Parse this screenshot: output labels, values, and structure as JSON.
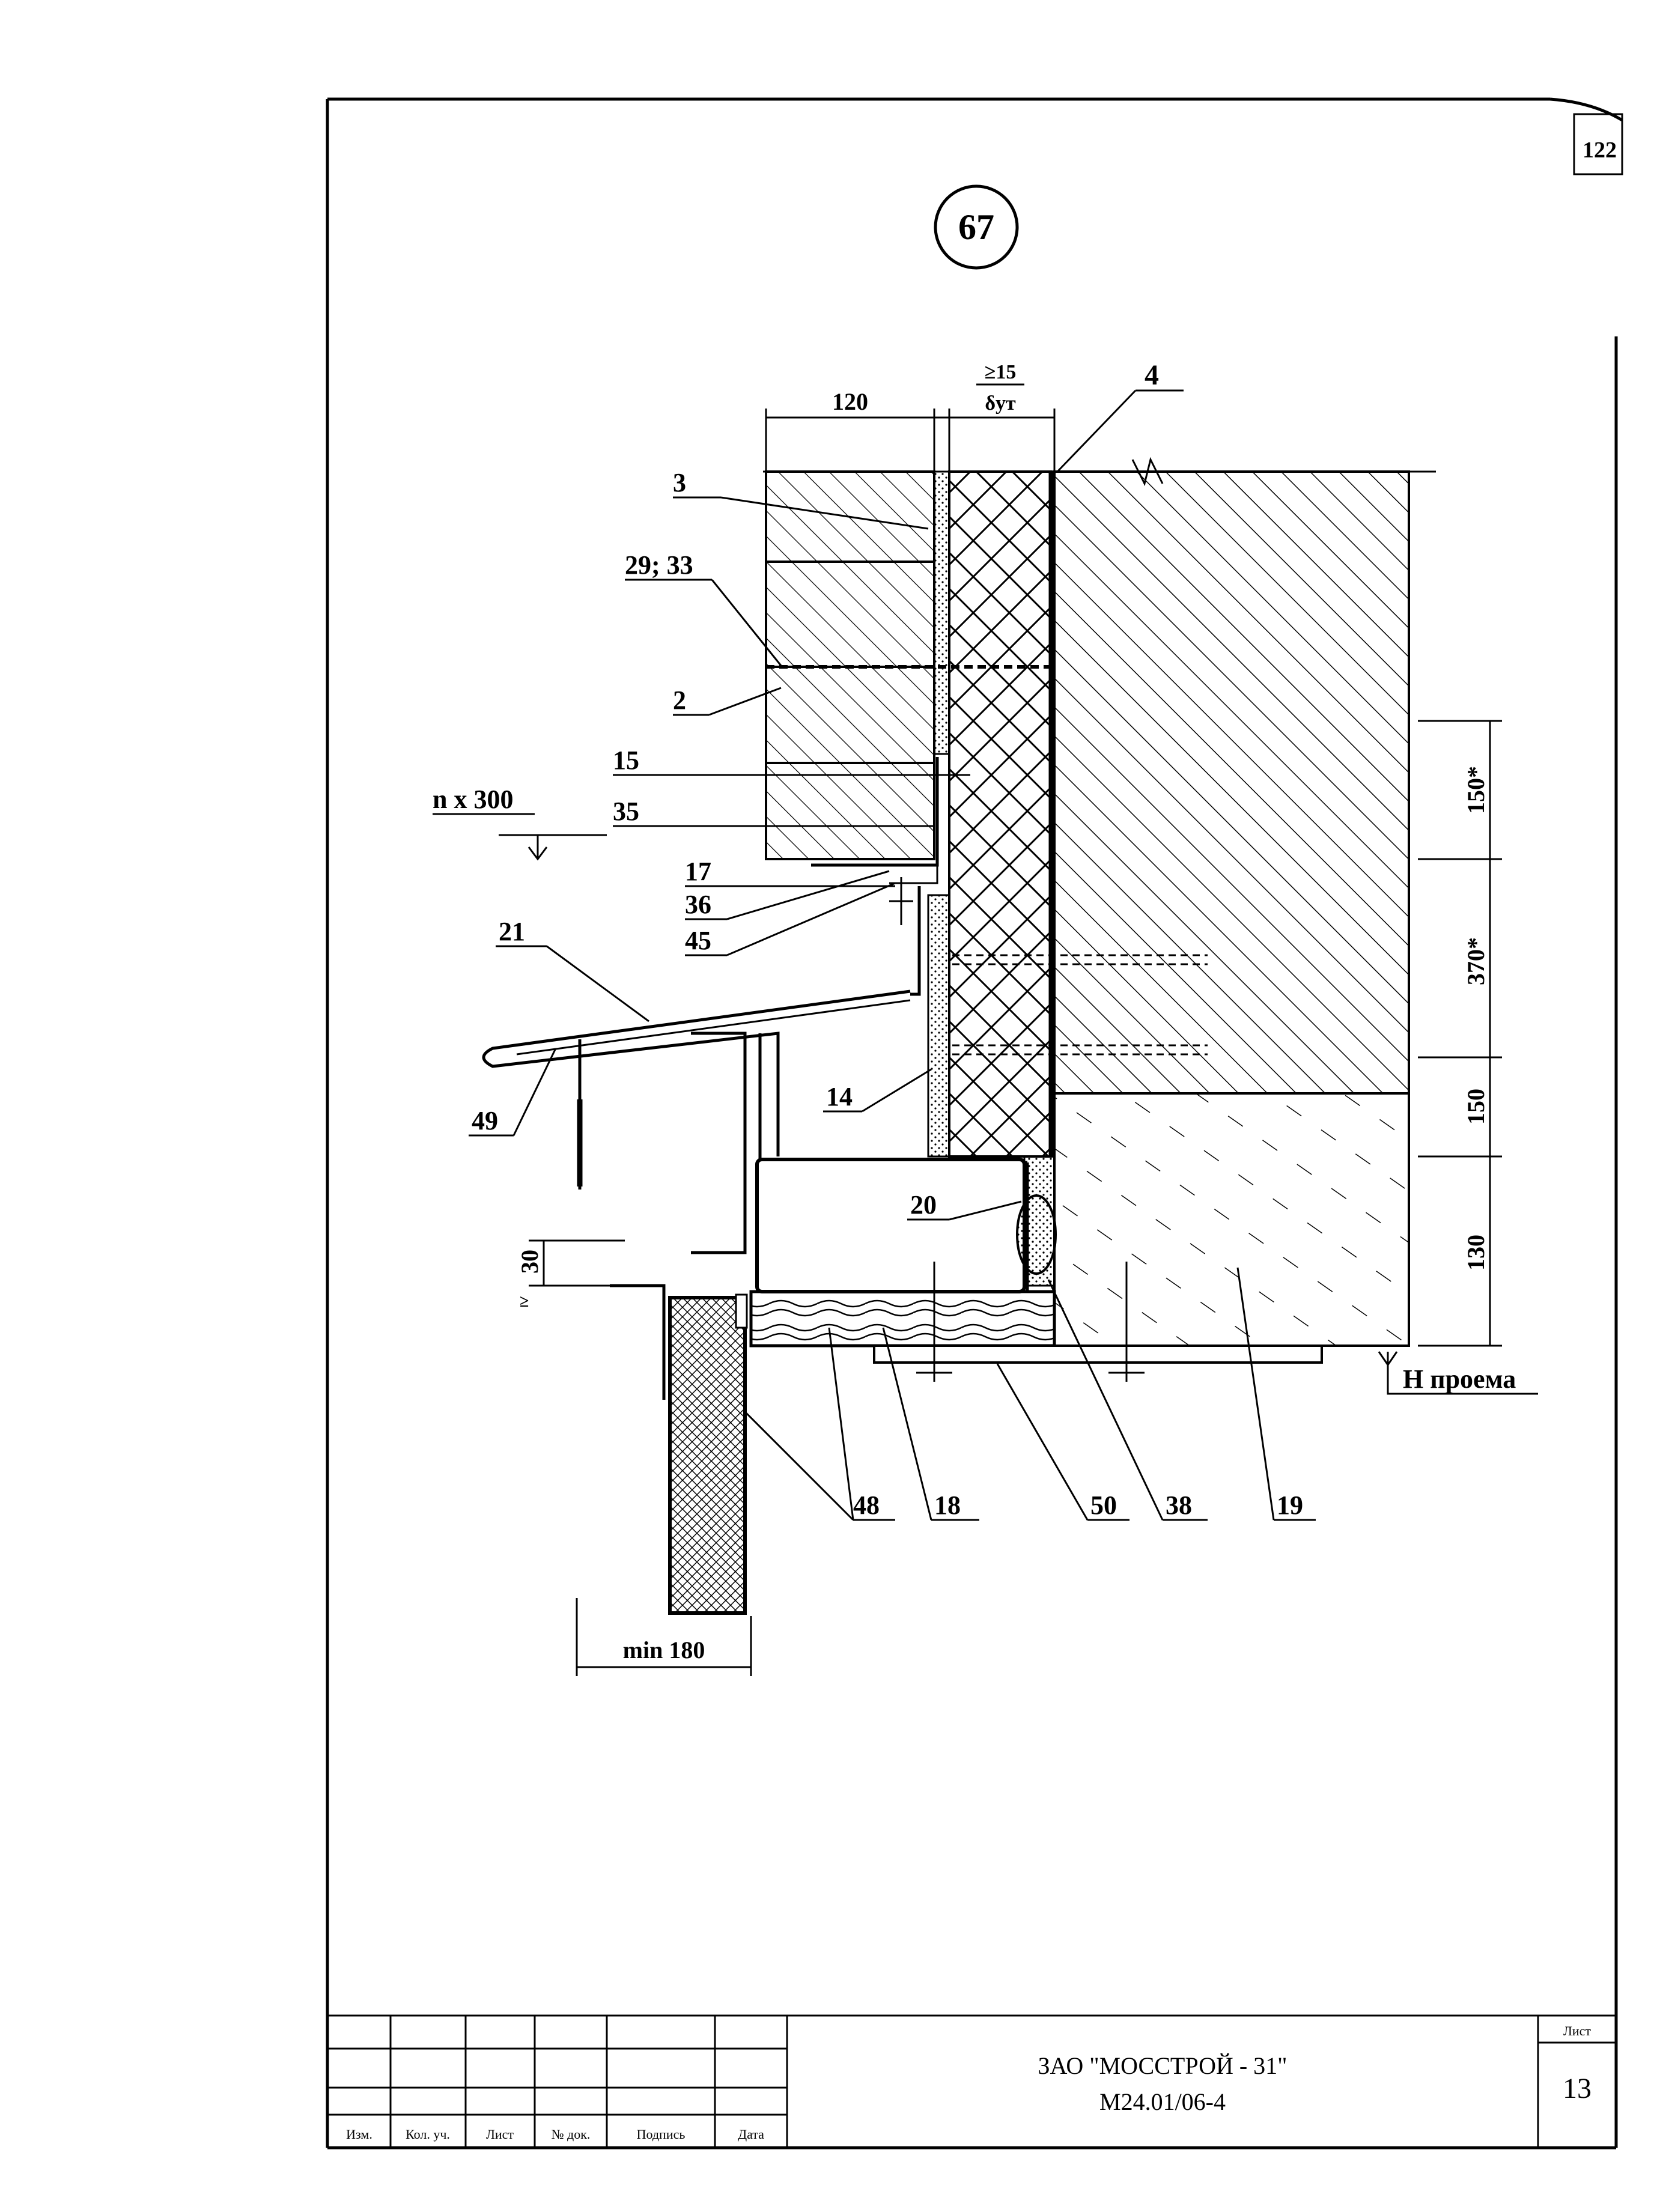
{
  "sheet_corner_number": "122",
  "detail_number": "67",
  "dimensions": {
    "top_120": "120",
    "top_gap": "≥15",
    "top_insulation": "δут",
    "left_step": "n x 300",
    "right_150_star": "150*",
    "right_370_star": "370*",
    "right_150": "150",
    "right_130": "130",
    "left_30": "30",
    "left_30_note": "≥",
    "bottom_min": "min 180",
    "opening_level": "Н проема"
  },
  "callouts": [
    "3",
    "29; 33",
    "2",
    "15",
    "35",
    "17",
    "36",
    "45",
    "21",
    "49",
    "14",
    "20",
    "48",
    "18",
    "50",
    "38",
    "19",
    "4"
  ],
  "title_block": {
    "columns": [
      "Изм.",
      "Кол. уч.",
      "Лист",
      "№ док.",
      "Подпись",
      "Дата"
    ],
    "company": "ЗАО \"МОССТРОЙ - 31\"",
    "document_code": "М24.01/06-4",
    "sheet_label": "Лист",
    "sheet_number": "13"
  }
}
